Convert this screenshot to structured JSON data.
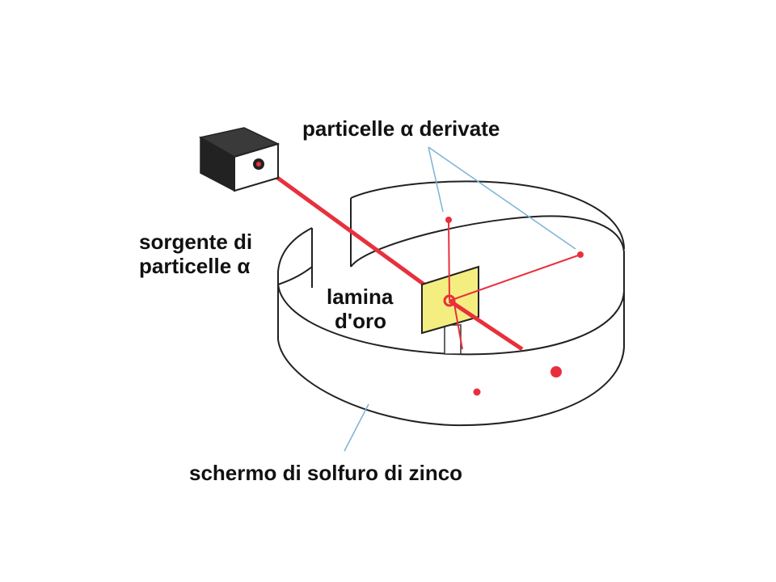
{
  "labels": {
    "deflected": "particelle α derivate",
    "source_line1": "sorgente di",
    "source_line2": "particelle α",
    "foil_line1": "lamina",
    "foil_line2": "d'oro",
    "screen": "schermo di solfuro di zinco"
  },
  "colors": {
    "beam": "#e8303c",
    "pointer": "#7ab3d4",
    "foil": "#f4ee80",
    "box_dark": "#2a2a2a",
    "outline": "#222222"
  }
}
